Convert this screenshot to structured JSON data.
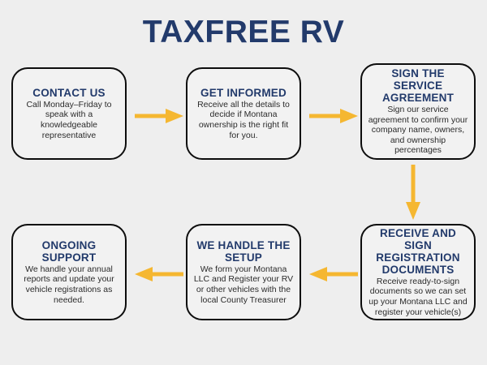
{
  "page": {
    "title": "TAXFREE RV",
    "background_color": "#eeeeee",
    "accent_navy": "#223a6b",
    "accent_amber": "#f5b731",
    "border_color": "#0d0d0d"
  },
  "flow": {
    "type": "process-flowchart",
    "direction": "top-row-left-to-right, then down, then bottom-row-right-to-left",
    "steps": [
      {
        "id": "step-1",
        "title": "CONTACT US",
        "body": "Call Monday–Friday to speak with a knowledgeable representative"
      },
      {
        "id": "step-2",
        "title": "GET INFORMED",
        "body": "Receive all the details to decide if Montana ownership is the right fit for you."
      },
      {
        "id": "step-3",
        "title": "SIGN THE SERVICE AGREEMENT",
        "body": "Sign our service agreement to confirm your company name, owners, and ownership percentages"
      },
      {
        "id": "step-4",
        "title": "RECEIVE AND SIGN REGISTRATION DOCUMENTS",
        "body": "Receive ready-to-sign documents so we can set up your Montana LLC and register your vehicle(s)"
      },
      {
        "id": "step-5",
        "title": "WE HANDLE THE SETUP",
        "body": "We form your Montana LLC and Register your RV or other vehicles with the local County Treasurer"
      },
      {
        "id": "step-6",
        "title": "ONGOING SUPPORT",
        "body": "We handle your annual reports and update your vehicle registrations as needed."
      }
    ],
    "connectors": [
      {
        "id": "arrow-1",
        "from": "step-1",
        "to": "step-2",
        "direction": "right"
      },
      {
        "id": "arrow-2",
        "from": "step-2",
        "to": "step-3",
        "direction": "right"
      },
      {
        "id": "arrow-3",
        "from": "step-3",
        "to": "step-4",
        "direction": "down"
      },
      {
        "id": "arrow-4",
        "from": "step-4",
        "to": "step-5",
        "direction": "left"
      },
      {
        "id": "arrow-5",
        "from": "step-5",
        "to": "step-6",
        "direction": "left"
      }
    ]
  }
}
